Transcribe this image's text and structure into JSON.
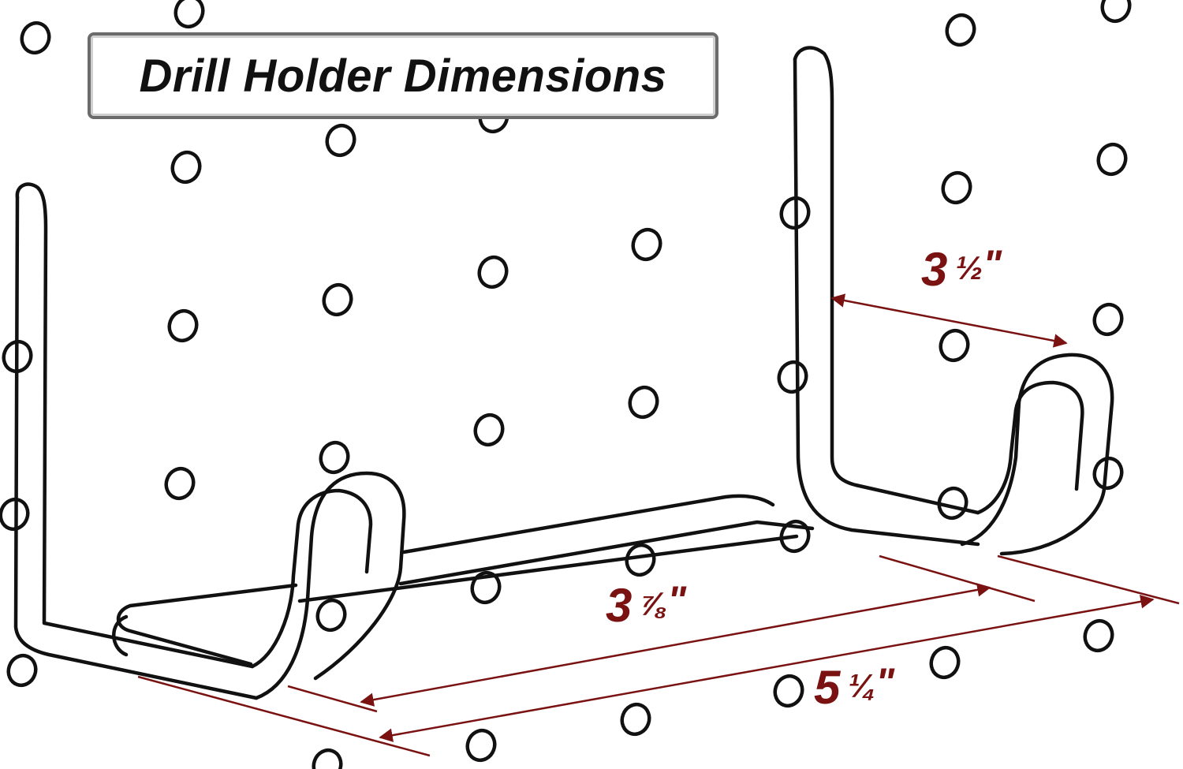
{
  "title": "Drill Holder Dimensions",
  "colors": {
    "background": "#ffffff",
    "wire": "#111111",
    "dimension": "#7a1212",
    "title_border": "#6b6b6b"
  },
  "dimensions": [
    {
      "id": "hook-width",
      "whole": "3",
      "fraction": "½",
      "unit": "\""
    },
    {
      "id": "inner-length",
      "whole": "3",
      "fraction": "⅞",
      "unit": "\""
    },
    {
      "id": "overall-length",
      "whole": "5",
      "fraction": "¼",
      "unit": "\""
    }
  ]
}
